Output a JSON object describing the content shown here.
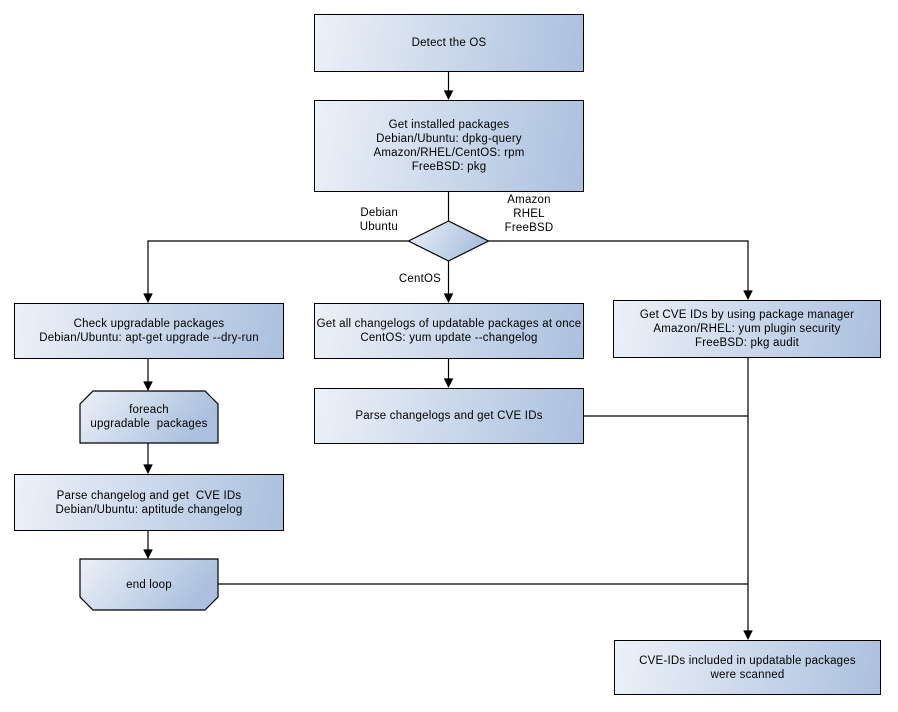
{
  "colors": {
    "node_fill_light": "#edf1f8",
    "node_fill_dark": "#aac0de",
    "node_border": "#000000",
    "connector": "#000000",
    "background": "#ffffff",
    "text": "#000000"
  },
  "nodes": {
    "detect_os": {
      "lines": [
        "Detect the OS"
      ]
    },
    "get_installed_packages": {
      "lines": [
        "Get installed packages",
        "Debian/Ubuntu: dpkg-query",
        "Amazon/RHEL/CentOS: rpm",
        "FreeBSD: pkg"
      ]
    },
    "check_upgradable_packages": {
      "lines": [
        "Check upgradable packages",
        "Debian/Ubuntu: apt-get upgrade --dry-run"
      ]
    },
    "foreach_loop_start": {
      "lines": [
        "foreach",
        "upgradable  packages"
      ]
    },
    "parse_changelog_left": {
      "lines": [
        "Parse changelog and get  CVE IDs",
        "Debian/Ubuntu: aptitude changelog"
      ]
    },
    "end_loop": {
      "lines": [
        "end loop"
      ]
    },
    "get_all_changelogs": {
      "lines": [
        "Get all changelogs of updatable packages at once",
        "CentOS: yum update --changelog"
      ]
    },
    "parse_changelogs_mid": {
      "lines": [
        "Parse changelogs and get CVE IDs"
      ]
    },
    "get_cve_ids_right": {
      "lines": [
        "Get CVE IDs by using package manager",
        "Amazon/RHEL: yum plugin security",
        "FreeBSD: pkg audit"
      ]
    },
    "scanned_result": {
      "lines": [
        "CVE-IDs included in updatable packages",
        "were scanned"
      ]
    }
  },
  "edge_labels": {
    "left_branch": {
      "lines": [
        "Debian",
        "Ubuntu"
      ]
    },
    "right_branch": {
      "lines": [
        "Amazon",
        "RHEL",
        "FreeBSD"
      ]
    },
    "bottom_branch": {
      "lines": [
        "CentOS"
      ]
    }
  }
}
